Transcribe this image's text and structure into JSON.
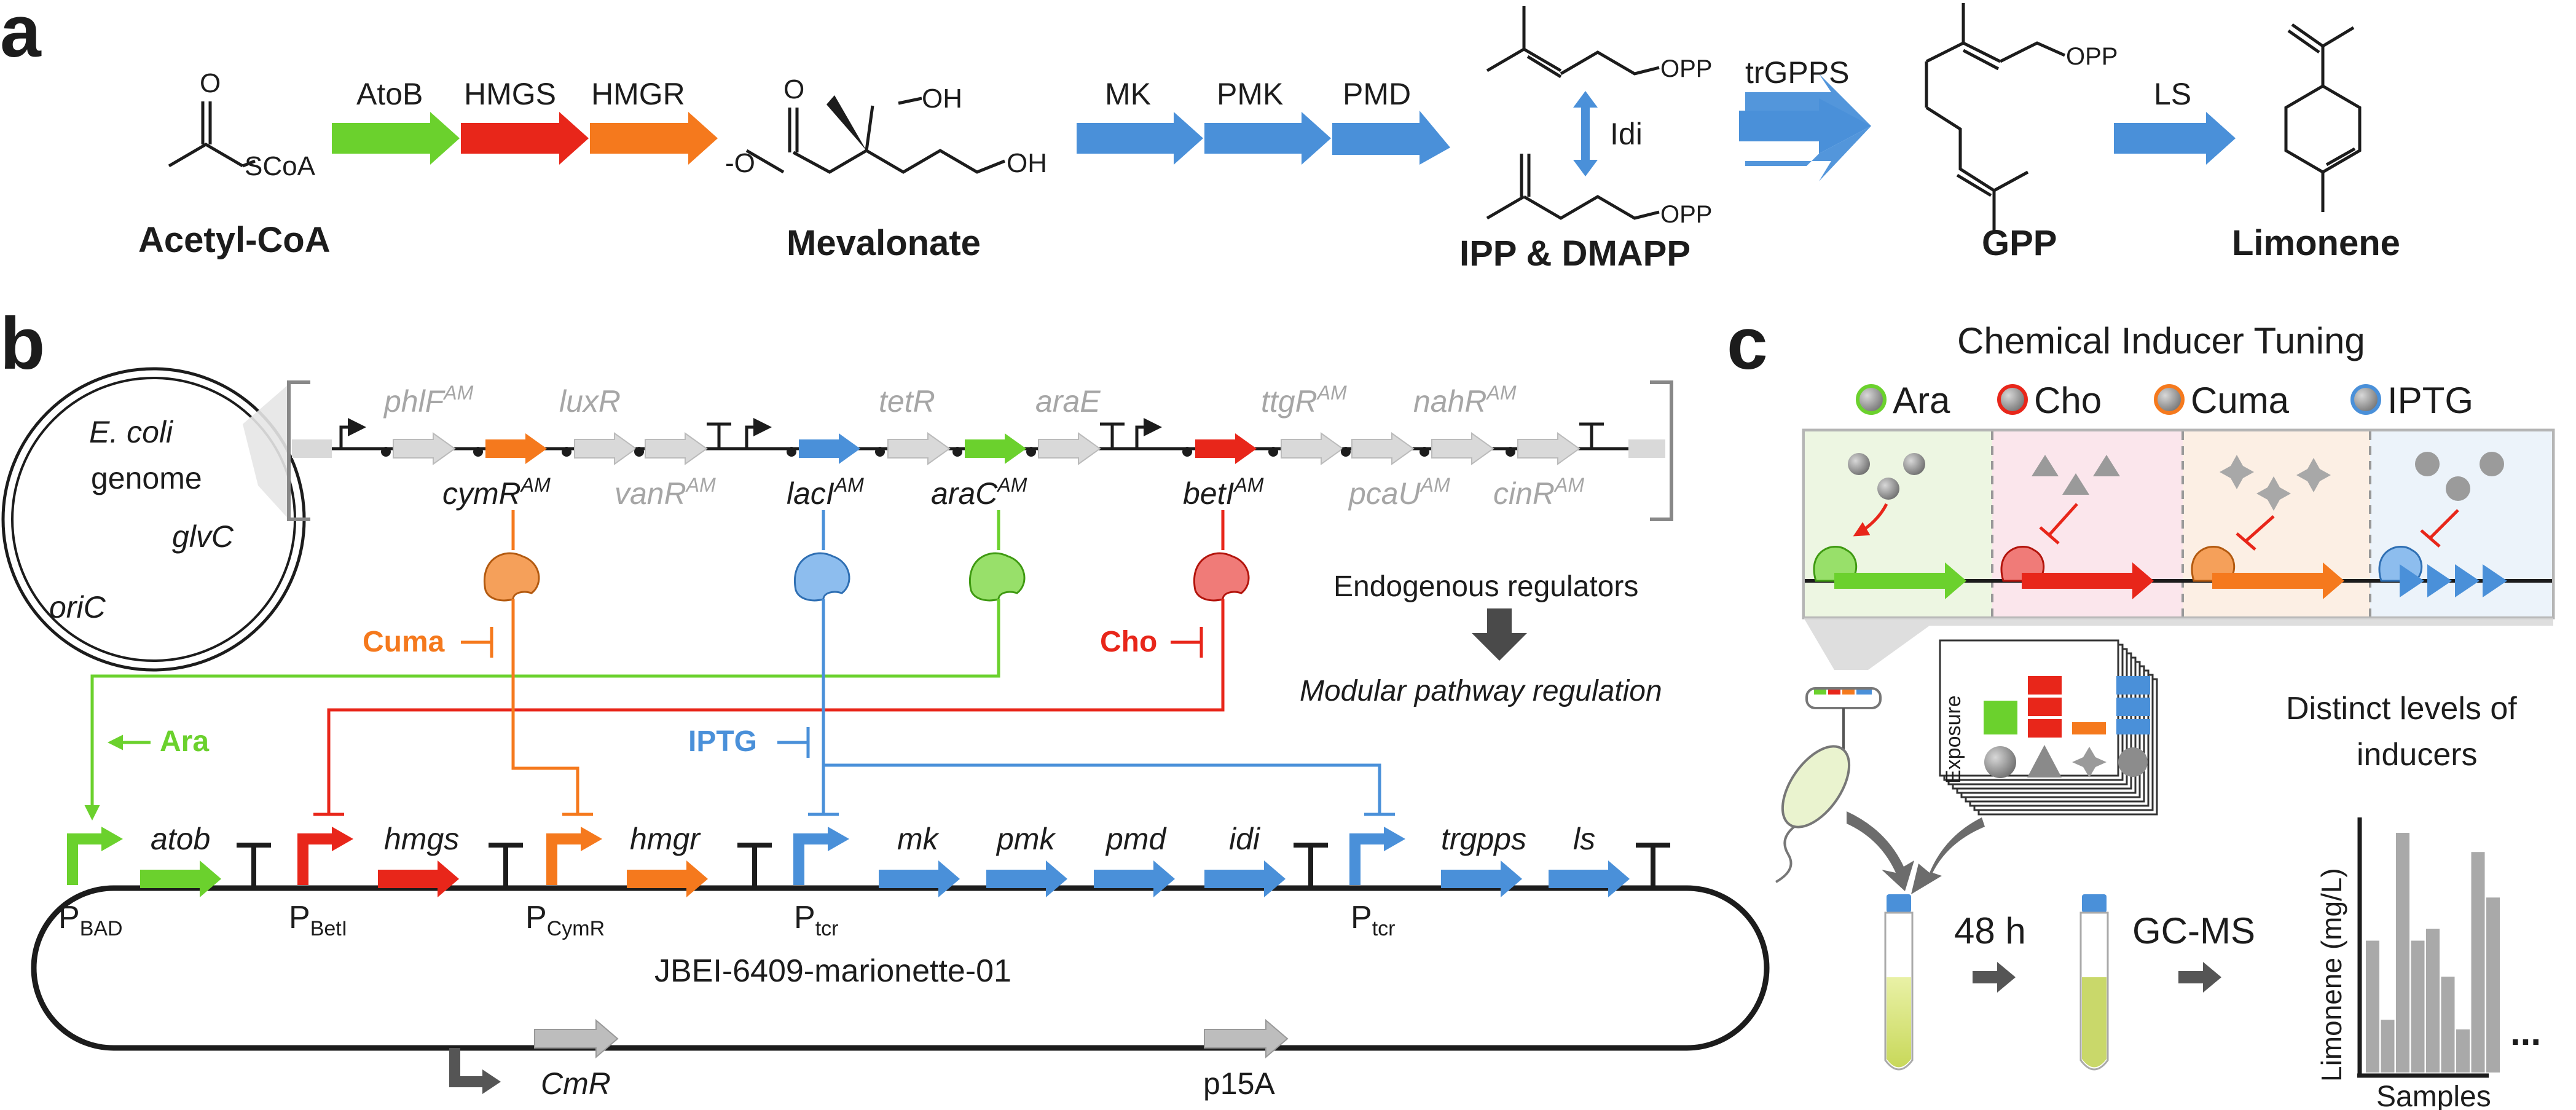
{
  "panels": {
    "a": "a",
    "b": "b",
    "c": "c"
  },
  "colors": {
    "green": "#6bd12d",
    "red": "#e8261a",
    "orange": "#f5791d",
    "blue": "#4a90d9",
    "grey": "#c4c4c4",
    "dark": "#1c1c1c",
    "label_grey": "#a6a6a6"
  },
  "pathway": {
    "acetyl_coa": "Acetyl-CoA",
    "scoa": "SCoA",
    "mevalonate": "Mevalonate",
    "ipp_dmapp": "IPP & DMAPP",
    "gpp": "GPP",
    "limonene": "Limonene",
    "oh": "OH",
    "o_minus": "-O",
    "o": "O",
    "opp": "OPP",
    "enzymes": {
      "atob": "AtoB",
      "hmgs": "HMGS",
      "hmgr": "HMGR",
      "mk": "MK",
      "pmk": "PMK",
      "pmd": "PMD",
      "idi": "Idi",
      "trgpps": "trGPPS",
      "ls": "LS"
    }
  },
  "genome": {
    "species": "E. coli",
    "genome": "genome",
    "glvc": "glvC",
    "oric": "oriC",
    "regulators": {
      "phlf": "phlF",
      "luxr": "luxR",
      "vanr": "vanR",
      "tetr": "tetR",
      "arae": "araE",
      "ttgr": "ttgR",
      "pcau": "pcaU",
      "nahr": "nahR",
      "cinr": "cinR",
      "cymr": "cymR",
      "laci": "lacI",
      "arac": "araC",
      "beti": "betI",
      "am": "AM"
    },
    "endogenous": "Endogenous regulators",
    "modular": "Modular pathway regulation"
  },
  "inducers": {
    "cuma": "Cuma",
    "ara": "Ara",
    "cho": "Cho",
    "iptg": "IPTG"
  },
  "plasmid": {
    "name": "JBEI-6409-marionette-01",
    "p": "P",
    "promoters": {
      "bad": "BAD",
      "beti": "BetI",
      "cymr": "CymR",
      "tcr": "tcr"
    },
    "genes": {
      "atob": "atob",
      "hmgs": "hmgs",
      "hmgr": "hmgr",
      "mk": "mk",
      "pmk": "pmk",
      "pmd": "pmd",
      "idi": "idi",
      "trgpps": "trgpps",
      "ls": "ls"
    },
    "cmr": "CmR",
    "p15a": "p15A"
  },
  "panel_c": {
    "title": "Chemical Inducer Tuning",
    "tabs": [
      "Ara",
      "Cho",
      "Cuma",
      "IPTG"
    ],
    "exposure": "Exposure",
    "time": "48 h",
    "gcms": "GC-MS",
    "distinct": "Distinct levels of",
    "inducers_word": "inducers",
    "ellipsis": "...",
    "ylabel": "Limonene (mg/L)",
    "xlabel": "Samples"
  },
  "chart_data": {
    "type": "bar",
    "xlabel": "Samples",
    "ylabel": "Limonene (mg/L)",
    "values": [
      0.55,
      0.22,
      1.0,
      0.55,
      0.6,
      0.4,
      0.18,
      0.92,
      0.73
    ]
  }
}
